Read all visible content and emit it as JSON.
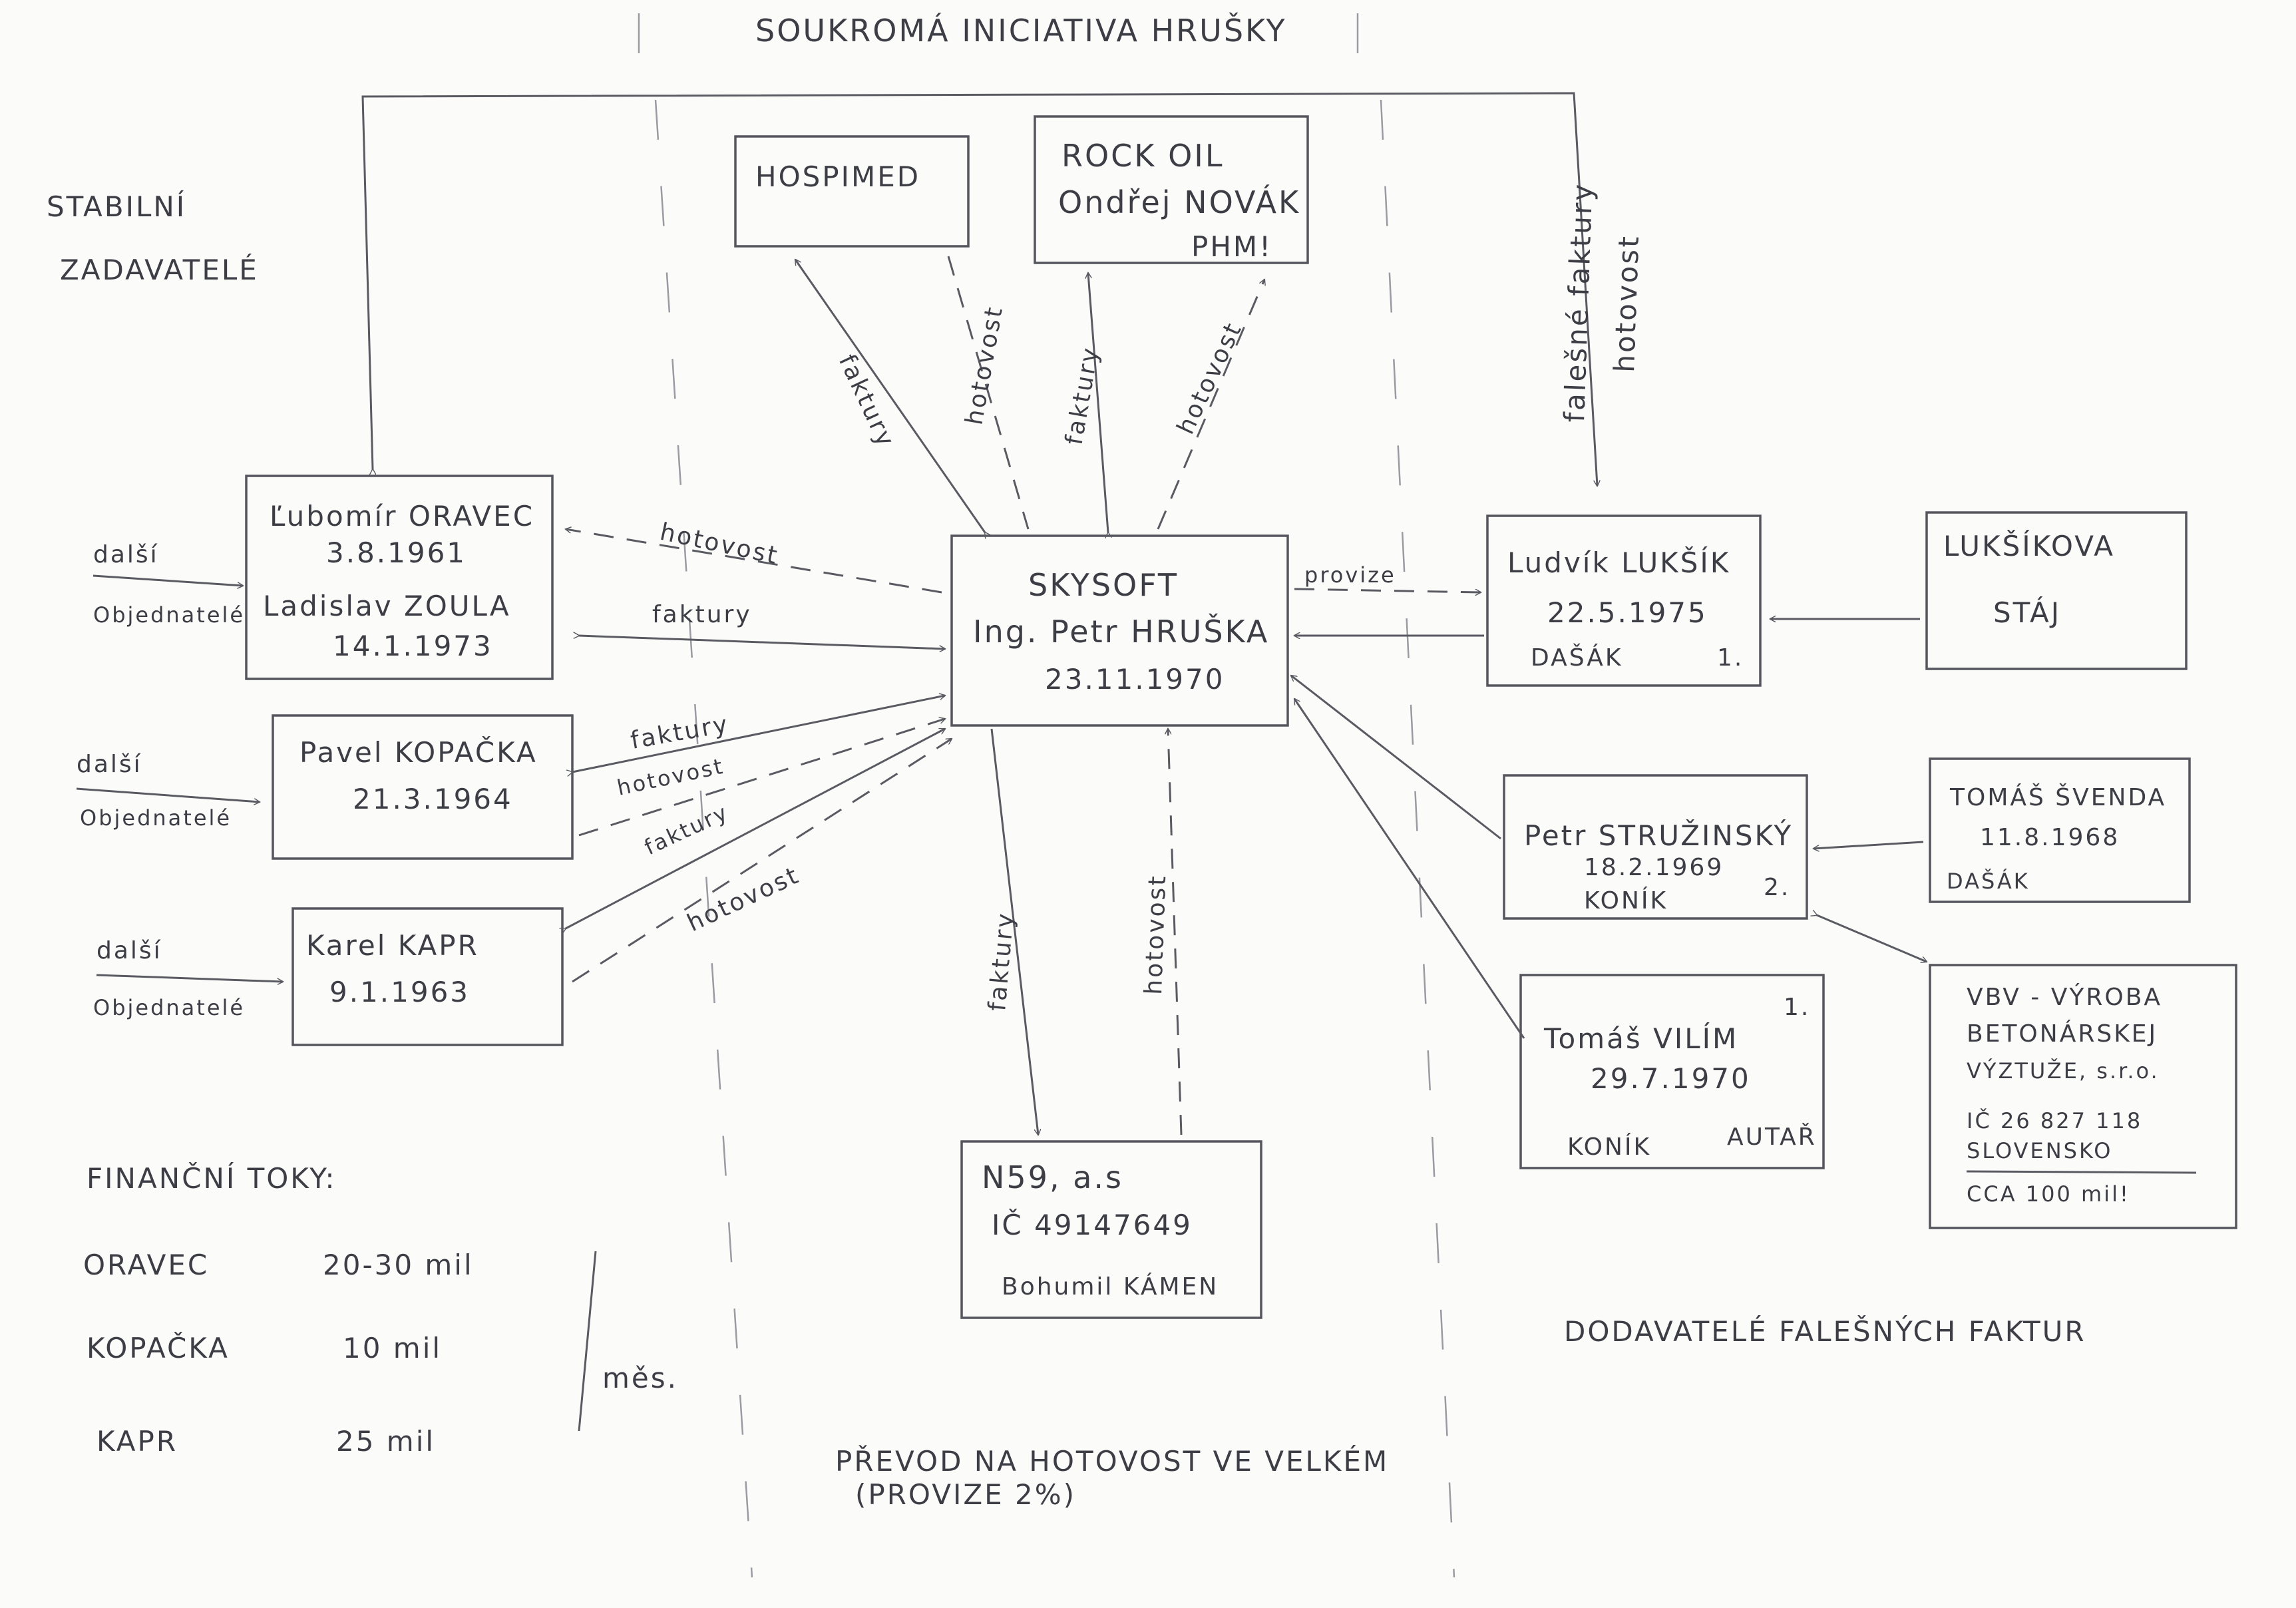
{
  "diagram": {
    "title": "SOUKROMÁ INICIATIVA HRUŠKY",
    "left_heading_1": "STABILNÍ",
    "left_heading_2": "ZADAVATELÉ",
    "skysoft": {
      "line1": "SKYSOFT",
      "line2": "Ing. Petr HRUŠKA",
      "line3": "23.11.1970"
    },
    "hospimed": {
      "line1": "HOSPIMED"
    },
    "rockoil": {
      "line1": "ROCK OIL",
      "line2": "Ondřej NOVÁK",
      "line3": "PHM!"
    },
    "oravec": {
      "line1": "Ľubomír ORAVEC",
      "line2": "3.8.1961",
      "line3": "Ladislav ZOULA",
      "line4": "14.1.1973"
    },
    "kopacka": {
      "line1": "Pavel KOPAČKA",
      "line2": "21.3.1964"
    },
    "kapr": {
      "line1": "Karel KAPR",
      "line2": "9.1.1963"
    },
    "lukesik": {
      "line1": "Ludvík LUKŠÍK",
      "line2": "22.5.1975",
      "line3": "DAŠÁK",
      "line4": "1."
    },
    "lukesikova": {
      "line1": "LUKŠÍKOVA",
      "line2": "STÁJ"
    },
    "struzinsky": {
      "line1": "Petr STRUŽINSKÝ",
      "line2": "18.2.1969",
      "line3": "KONÍK",
      "line4": "2."
    },
    "svenda": {
      "line1": "TOMÁŠ ŠVENDA",
      "line2": "11.8.1968",
      "line3": "DAŠÁK"
    },
    "vilim": {
      "line1": "Tomáš VILÍM",
      "line2": "29.7.1970",
      "line3": "KONÍK",
      "line4": "AUTAŘ",
      "line5": "1."
    },
    "vbv": {
      "line1": "VBV - VÝROBA",
      "line2": "BETONÁRSKEJ",
      "line3": "VÝZTUŽE, s.r.o.",
      "line4": "IČ 26 827 118",
      "line5": "SLOVENSKO",
      "line6": "CCA 100 mil!"
    },
    "n59": {
      "line1": "N59, a.s",
      "line2": "IČ 49147649",
      "line3": "Bohumil KÁMEN"
    },
    "labels": {
      "faktury": "faktury",
      "hotovost": "hotovost",
      "provize": "provize",
      "falesne_faktury": "falešné faktury",
      "dalsi": "další",
      "objednatele": "Objednatelé"
    },
    "financial": {
      "heading": "FINANČNÍ TOKY:",
      "rows": [
        {
          "name": "ORAVEC",
          "value": "20-30 mil"
        },
        {
          "name": "KOPAČKA",
          "value": "10 mil"
        },
        {
          "name": "KAPR",
          "value": "25 mil"
        }
      ],
      "unit": "měs."
    },
    "bottom_center_1": "PŘEVOD NA HOTOVOST VE VELKÉM",
    "bottom_center_2": "(PROVIZE 2%)",
    "bottom_right": "DODAVATELÉ FALEŠNÝCH FAKTUR"
  }
}
